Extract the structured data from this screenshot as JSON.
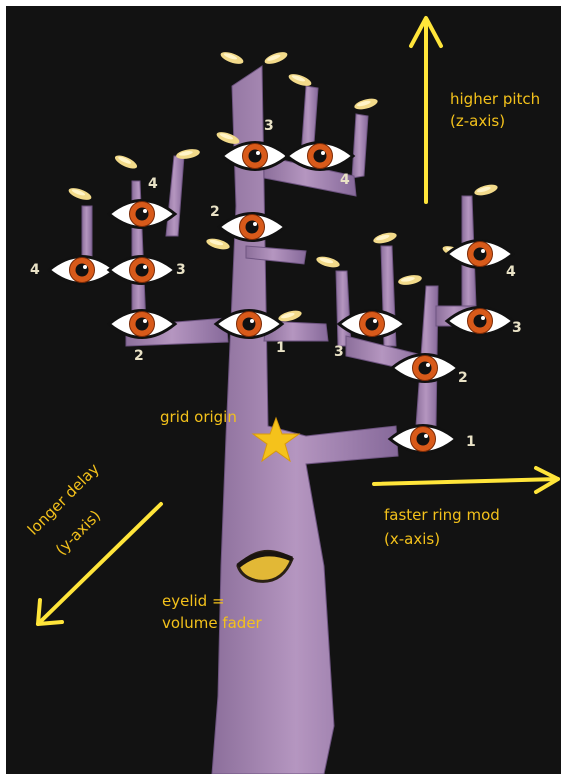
{
  "labels": {
    "higher_pitch": "higher pitch",
    "z_axis": "(z-axis)",
    "grid_origin": "grid origin",
    "faster_ring_mod": "faster ring mod",
    "x_axis": "(x-axis)",
    "longer_delay": "longer delay",
    "y_axis": "(y-axis)",
    "eyelid": "eyelid =",
    "volume_fader": "volume fader"
  },
  "numbers": {
    "left_top": "4",
    "left_mid_left": "4",
    "left_mid_right": "3",
    "left_bottom": "2",
    "center_top": "3",
    "center_right_top": "4",
    "center_mid": "2",
    "center_bottom": "1",
    "right_left": "3",
    "right_upper": "4",
    "right_mid": "3",
    "right_lower": "2",
    "right_bottom": "1"
  },
  "colors": {
    "background": "#121212",
    "trunk": "#a98bb4",
    "label": "#f3c11b",
    "iris": "#d85a1a",
    "arrow": "#ffe53a"
  },
  "icons": {
    "eye": "eye-icon",
    "star": "star-icon",
    "arrow": "arrow-icon"
  }
}
